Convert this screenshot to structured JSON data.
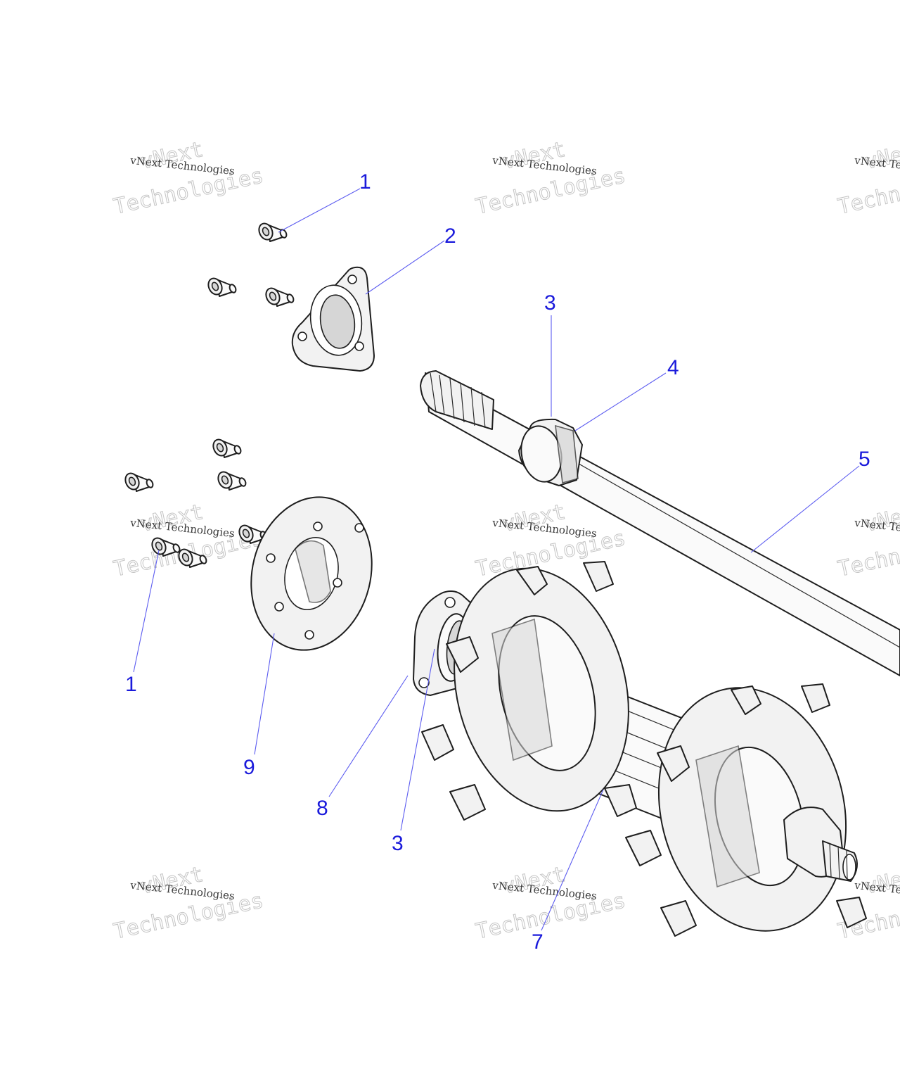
{
  "watermark": {
    "line1": "vNext Technologies",
    "line2": "vNext",
    "line3": "Technologies"
  },
  "callouts": [
    {
      "id": "bolt-top",
      "label": "1"
    },
    {
      "id": "bearing-flange-small",
      "label": "2"
    },
    {
      "id": "bearing-top",
      "label": "3"
    },
    {
      "id": "seal",
      "label": "4"
    },
    {
      "id": "shaft",
      "label": "5"
    },
    {
      "id": "bolt-left",
      "label": "1"
    },
    {
      "id": "plate",
      "label": "9"
    },
    {
      "id": "flange-lower",
      "label": "8"
    },
    {
      "id": "bearing-lower",
      "label": "3"
    },
    {
      "id": "drive-sprocket-shaft",
      "label": "7"
    }
  ]
}
